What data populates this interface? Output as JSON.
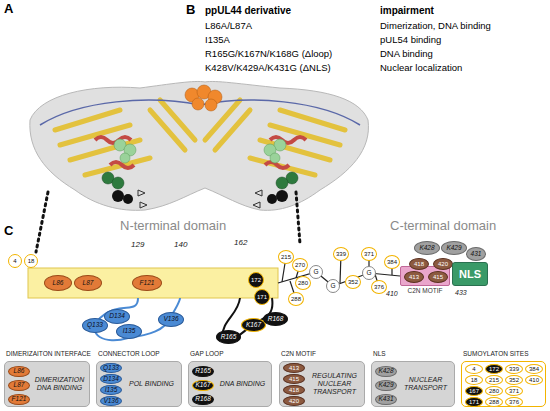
{
  "diagram": {
    "nodes": [
      {
        "text": [
          "4"
        ]
      },
      {
        "text": [
          "18"
        ]
      },
      {
        "text": [
          "L86"
        ]
      },
      {
        "text": [
          "L87"
        ]
      },
      {
        "text": [
          "F121"
        ]
      },
      {
        "text": [
          "Q133"
        ]
      },
      {
        "text": [
          "D134"
        ]
      },
      {
        "text": [
          "I135"
        ]
      },
      {
        "text": [
          "V136"
        ]
      },
      {
        "text": [
          "R165"
        ]
      },
      {
        "text": [
          "K167"
        ]
      },
      {
        "text": [
          "R168"
        ]
      },
      {
        "text": [
          "172"
        ]
      },
      {
        "text": [
          "171"
        ]
      },
      {
        "text": [
          "215"
        ]
      },
      {
        "text": [
          "270"
        ]
      },
      {
        "text": [
          "280"
        ]
      },
      {
        "text": [
          "288"
        ]
      },
      {
        "text": [
          "G"
        ]
      },
      {
        "text": [
          "G"
        ]
      },
      {
        "text": [
          "339"
        ]
      },
      {
        "text": [
          "352"
        ]
      },
      {
        "text": [
          "371"
        ]
      },
      {
        "text": [
          "G"
        ]
      },
      {
        "text": [
          "376"
        ]
      },
      {
        "text": [
          "384"
        ]
      },
      {
        "text": [
          "C2N MOTIF"
        ]
      },
      {
        "text": [
          "413"
        ],
        "in": 26
      },
      {
        "text": [
          "415"
        ],
        "in": 26
      },
      {
        "text": [
          "418"
        ],
        "in": 26
      },
      {
        "text": [
          "420"
        ],
        "in": 26
      },
      {
        "text": [
          "NLS"
        ]
      },
      {
        "text": [
          "K428"
        ]
      },
      {
        "text": [
          "K429"
        ]
      },
      {
        "text": [
          "431"
        ]
      },
      {
        "text": [
          "DIMERIZAITON INTERFACE",
          "DIMERIZATION DNA BINDING"
        ]
      },
      {
        "text": [
          "L86"
        ],
        "in": 35
      },
      {
        "text": [
          "L87"
        ],
        "in": 35
      },
      {
        "text": [
          "F121"
        ],
        "in": 35
      },
      {
        "text": [
          "CONNECTOR LOOP",
          "POL BINDING"
        ]
      },
      {
        "text": [
          "Q133"
        ],
        "in": 39
      },
      {
        "text": [
          "D134"
        ],
        "in": 39
      },
      {
        "text": [
          "I135"
        ],
        "in": 39
      },
      {
        "text": [
          "V136"
        ],
        "in": 39
      },
      {
        "text": [
          "GAP LOOP",
          "DNA BINDING"
        ]
      },
      {
        "text": [
          "R165"
        ],
        "in": 44
      },
      {
        "text": [
          "K167"
        ],
        "in": 44
      },
      {
        "text": [
          "R168"
        ],
        "in": 44
      },
      {
        "text": [
          "C2N MOTIF",
          "REGULATING NUCLEAR TRANSPORT"
        ]
      },
      {
        "text": [
          "413"
        ],
        "in": 48
      },
      {
        "text": [
          "415"
        ],
        "in": 48
      },
      {
        "text": [
          "418"
        ],
        "in": 48
      },
      {
        "text": [
          "420"
        ],
        "in": 48
      },
      {
        "text": [
          "NLS",
          "NUCLEAR TRANSPORT"
        ]
      },
      {
        "text": [
          "K428"
        ],
        "in": 53
      },
      {
        "text": [
          "K429"
        ],
        "in": 53
      },
      {
        "text": [
          "K431"
        ],
        "in": 53
      },
      {
        "text": [
          "SUMOYLATON SITES"
        ]
      },
      {
        "text": [
          "4"
        ],
        "in": 57
      },
      {
        "text": [
          "172"
        ],
        "in": 57
      },
      {
        "text": [
          "339"
        ],
        "in": 57
      },
      {
        "text": [
          "384"
        ],
        "in": 57
      },
      {
        "text": [
          "18"
        ],
        "in": 57
      },
      {
        "text": [
          "215"
        ],
        "in": 57
      },
      {
        "text": [
          "352"
        ],
        "in": 57
      },
      {
        "text": [
          "410"
        ],
        "in": 57
      },
      {
        "text": [
          "167"
        ],
        "in": 57
      },
      {
        "text": [
          "280"
        ],
        "in": 57
      },
      {
        "text": [
          "371"
        ],
        "in": 57
      },
      {
        "text": [
          "171"
        ],
        "in": 57
      },
      {
        "text": [
          "288"
        ],
        "in": 57
      },
      {
        "text": [
          "376"
        ],
        "in": 57
      }
    ],
    "labels": [
      "A",
      "B",
      "ppUL44 derivative",
      "impairment",
      "L86A/L87A",
      "Dimerization, DNA binding",
      "I135A",
      "pUL54 binding",
      "R165G/K167N/K168G (Δloop)",
      "DNA binding",
      "K428V/K429A/K431G (ΔNLS)",
      "Nuclear localization",
      "C",
      "N-terminal domain",
      "C-terminal domain",
      "129",
      "140",
      "162",
      "410",
      "433"
    ]
  }
}
